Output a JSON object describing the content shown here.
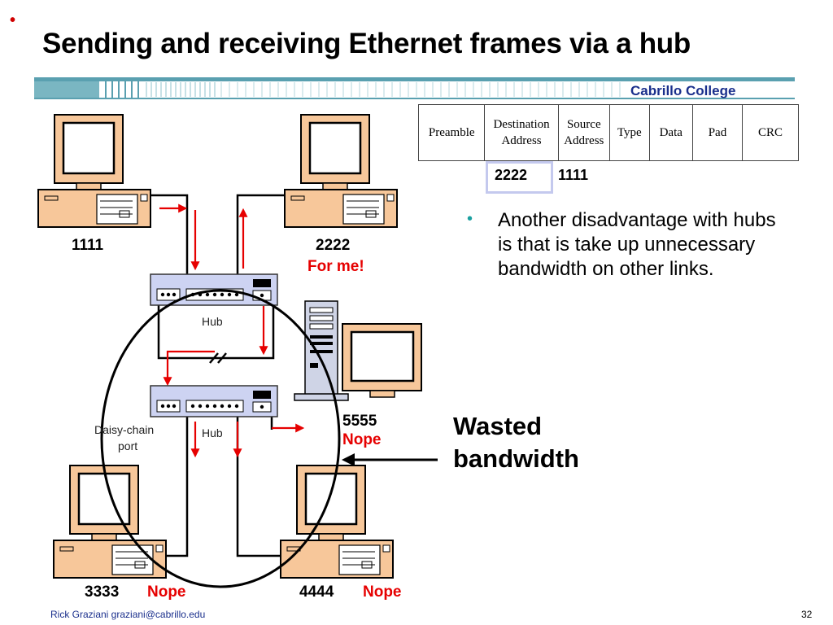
{
  "slide": {
    "title": "Sending and receiving Ethernet frames via a hub",
    "college": "Cabrillo College",
    "footer_author": "Rick Graziani  graziani@cabrillo.edu",
    "page_number": "32"
  },
  "frame": {
    "fields": [
      "Preamble",
      "Destination Address",
      "Source Address",
      "Type",
      "Data",
      "Pad",
      "CRC"
    ],
    "field_lines": [
      [
        "Preamble"
      ],
      [
        "Destination",
        "Address"
      ],
      [
        "Source",
        "Address"
      ],
      [
        "Type"
      ],
      [
        "Data"
      ],
      [
        "Pad"
      ],
      [
        "CRC"
      ]
    ],
    "destination_value": "2222",
    "source_value": "1111"
  },
  "bullet": {
    "text": "Another disadvantage with hubs is that is take up unnecessary bandwidth on other links."
  },
  "callout": {
    "line1": "Wasted",
    "line2": "bandwidth"
  },
  "hubs": {
    "top_label": "Hub",
    "bottom_label": "Hub",
    "daisy_line1": "Daisy-chain",
    "daisy_line2": "port"
  },
  "computers": [
    {
      "address": "1111",
      "status": ""
    },
    {
      "address": "2222",
      "status": "For me!"
    },
    {
      "address": "5555",
      "status": "Nope"
    },
    {
      "address": "3333",
      "status": "Nope"
    },
    {
      "address": "4444",
      "status": "Nope"
    }
  ],
  "colors": {
    "accent_red": "#e60000",
    "computer_fill": "#f7c79a",
    "hub_fill": "#cdd3f2",
    "title_bar": "#5aa0b0",
    "college_blue": "#1a2f8c"
  }
}
